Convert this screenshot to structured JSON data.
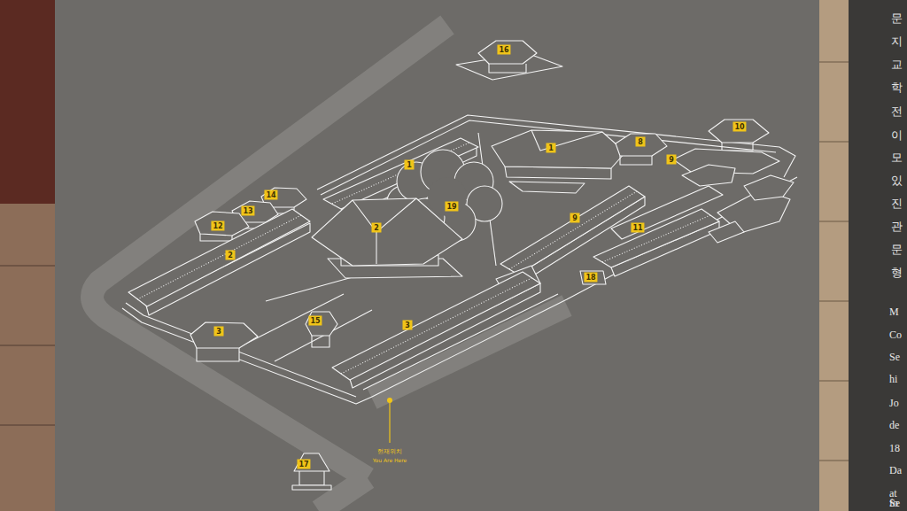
{
  "diagram": {
    "labels": [
      "16",
      "10",
      "8",
      "1",
      "9",
      "1",
      "14",
      "19",
      "13",
      "9",
      "12",
      "2",
      "11",
      "2",
      "18",
      "15",
      "3",
      "3",
      "현재위치",
      "You Are Here",
      "17",
      "문",
      "지",
      "교",
      "학",
      "전",
      "이",
      "모",
      "있",
      "진",
      "관",
      "문",
      "형",
      "M",
      "Co",
      "Se",
      "hi",
      "Jo",
      "de",
      "18",
      "Da",
      "at",
      "Se",
      "fo"
    ]
  }
}
